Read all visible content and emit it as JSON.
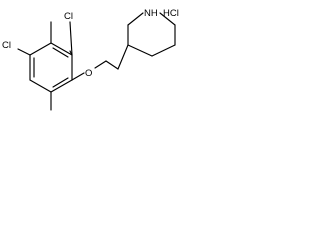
{
  "molecule": {
    "atom_labels": {
      "chloro_top": "Cl",
      "chloro_left": "Cl",
      "ether_oxygen": "O",
      "amine": "NH",
      "salt": "HCl"
    }
  }
}
